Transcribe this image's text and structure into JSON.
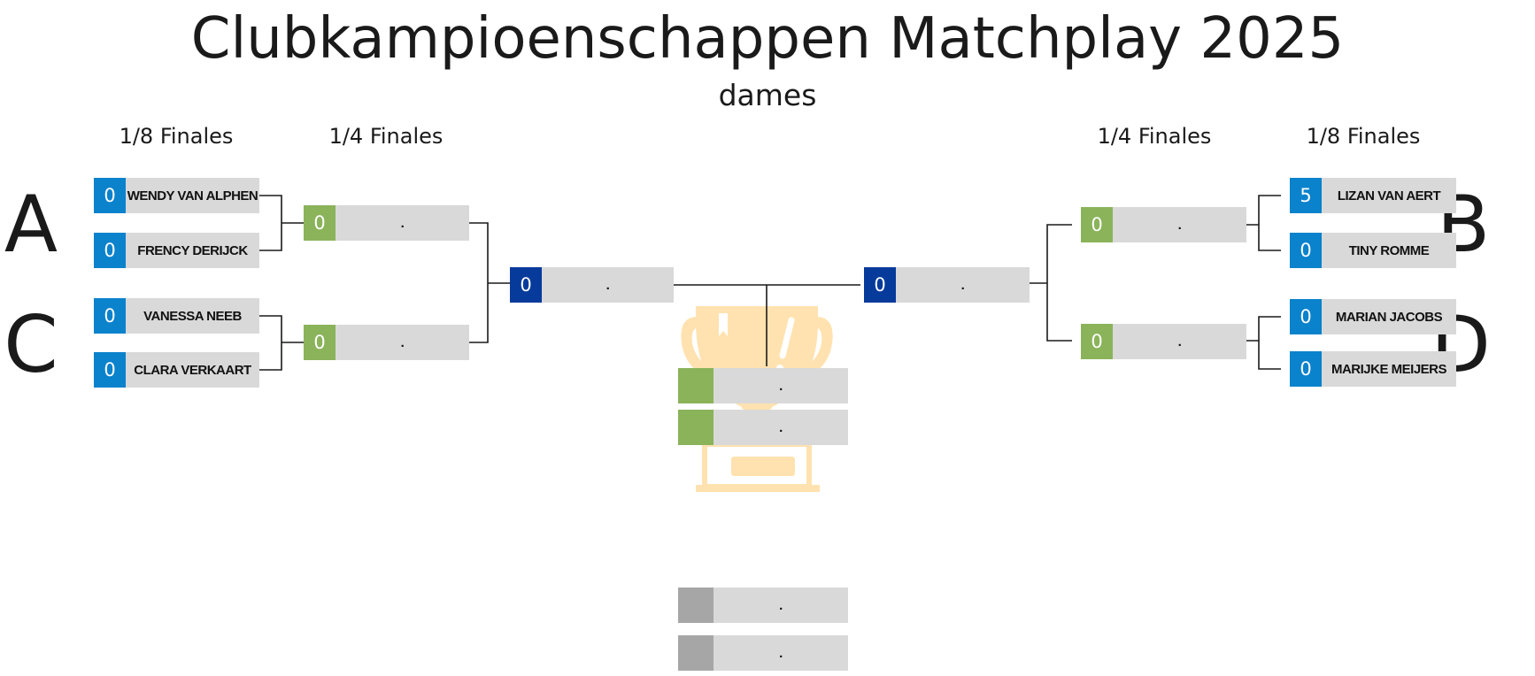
{
  "title": "Clubkampioenschappen Matchplay 2025",
  "subtitle": "dames",
  "round_labels": {
    "left_r16": "1/8 Finales",
    "left_qf": "1/4 Finales",
    "right_qf": "1/4 Finales",
    "right_r16": "1/8 Finales"
  },
  "groups": {
    "a": "A",
    "b": "B",
    "c": "C",
    "d": "D"
  },
  "left_r16": [
    {
      "score": "0",
      "name": "WENDY VAN ALPHEN"
    },
    {
      "score": "0",
      "name": "FRENCY DERIJCK"
    },
    {
      "score": "0",
      "name": "VANESSA NEEB"
    },
    {
      "score": "0",
      "name": "CLARA VERKAART"
    }
  ],
  "right_r16": [
    {
      "score": "5",
      "name": "LIZAN VAN AERT"
    },
    {
      "score": "0",
      "name": "TINY ROMME"
    },
    {
      "score": "0",
      "name": "MARIAN JACOBS"
    },
    {
      "score": "0",
      "name": "MARIJKE MEIJERS"
    }
  ],
  "left_qf": [
    {
      "score": "0",
      "name": "."
    },
    {
      "score": "0",
      "name": "."
    }
  ],
  "right_qf": [
    {
      "score": "0",
      "name": "."
    },
    {
      "score": "0",
      "name": "."
    }
  ],
  "semis": {
    "left": {
      "score": "0",
      "name": "."
    },
    "right": {
      "score": "0",
      "name": "."
    }
  },
  "final": [
    {
      "score": "",
      "name": "."
    },
    {
      "score": "",
      "name": "."
    }
  ],
  "third_place": [
    {
      "score": "",
      "name": "."
    },
    {
      "score": "",
      "name": "."
    }
  ],
  "colors": {
    "r16_score": "#0a82cc",
    "qf_score": "#8ab35a",
    "semi_score": "#063b9b",
    "third_score": "#a6a6a6",
    "name_bg": "#d9d9d9",
    "trophy": "#ffe2b0"
  },
  "icons": {
    "trophy": "trophy-icon"
  }
}
